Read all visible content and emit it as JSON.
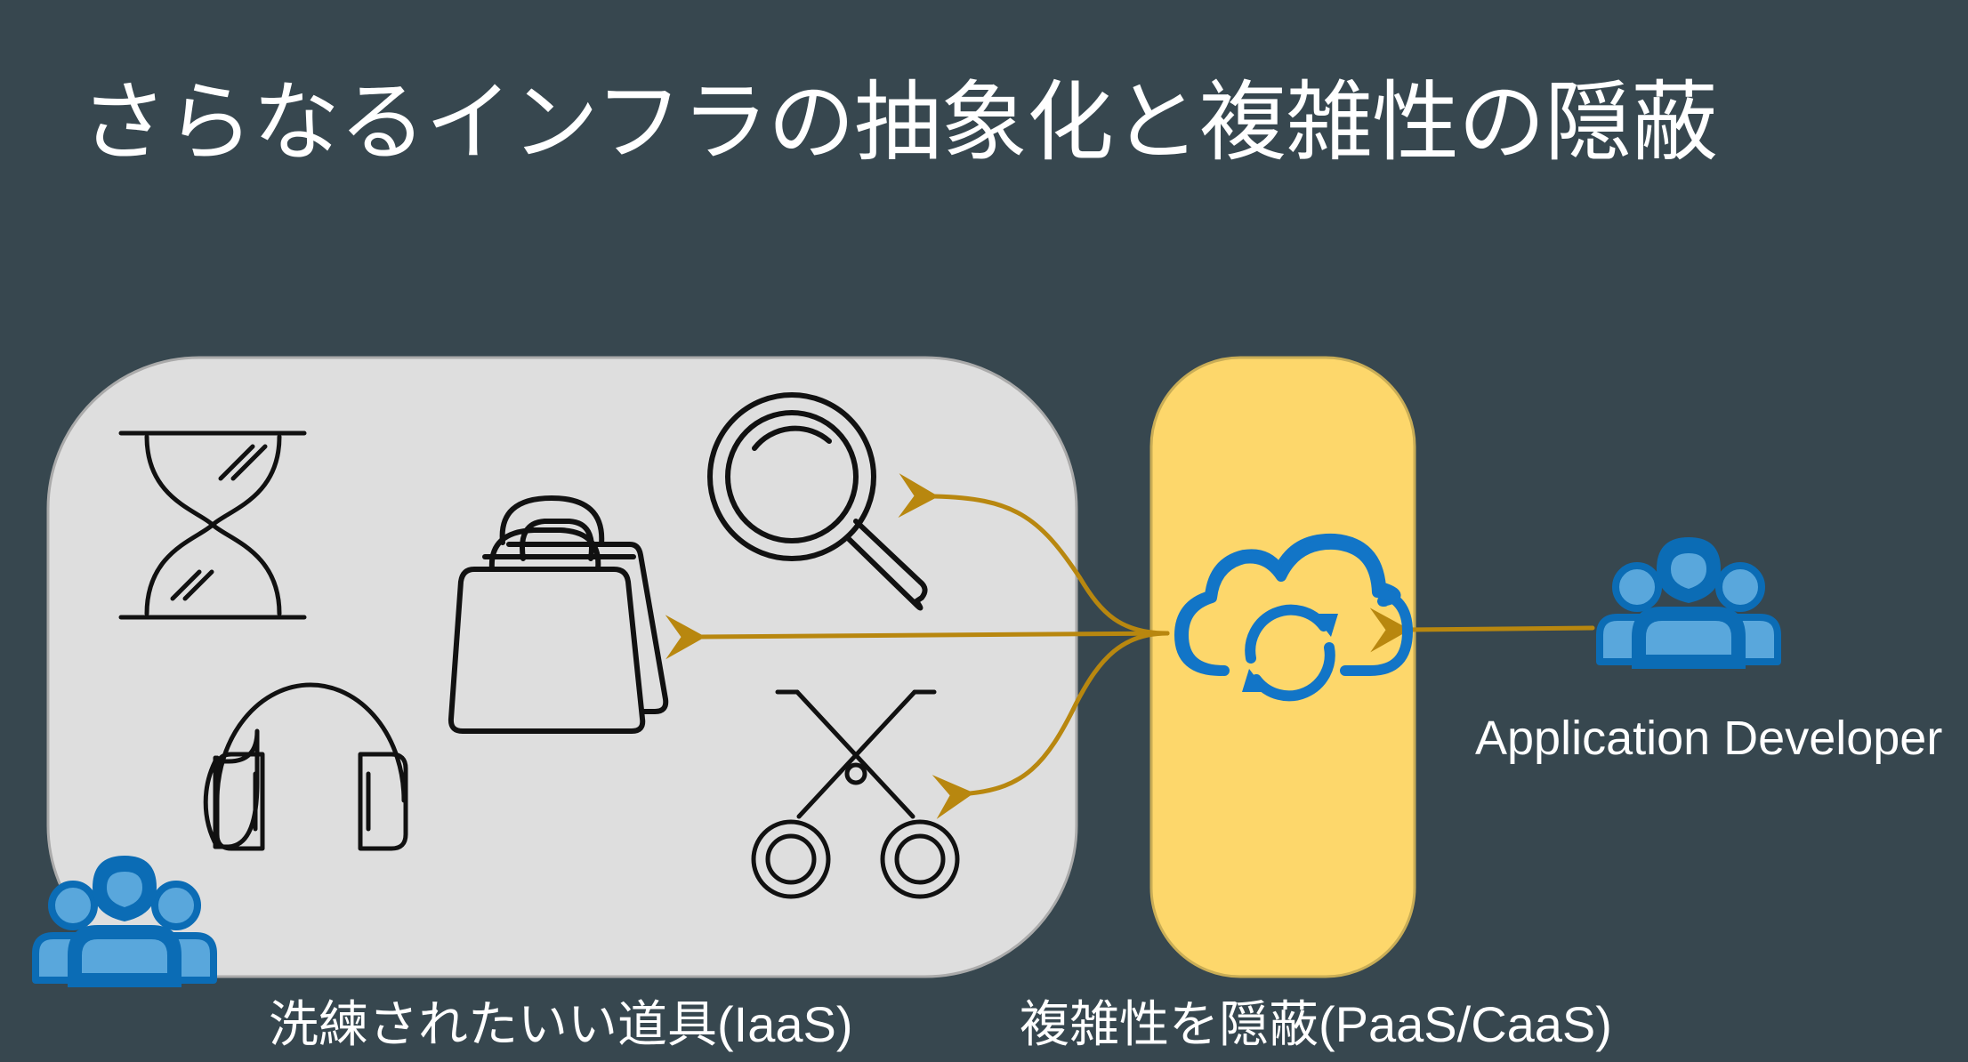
{
  "slide": {
    "title": "さらなるインフラの抽象化と複雑性の隠蔽"
  },
  "panels": {
    "iaas_label": "洗練されたいい道具(IaaS)",
    "paas_label": "複雑性を隠蔽(PaaS/CaaS)"
  },
  "actors": {
    "developer_label": "Application Developer"
  },
  "icons": {
    "tools": [
      "hourglass-icon",
      "shopping-bags-icon",
      "magnifier-icon",
      "headphones-icon",
      "scissors-icon"
    ],
    "platform": "cloud-sync-icon",
    "people": "user-group-icon"
  },
  "colors": {
    "background": "#37474f",
    "iaas_panel": "#dedede",
    "paas_panel": "#fdd76b",
    "arrow": "#b8870f",
    "people_dark": "#0b6cb5",
    "people_light": "#59a7dc",
    "cloud": "#1275c7"
  }
}
